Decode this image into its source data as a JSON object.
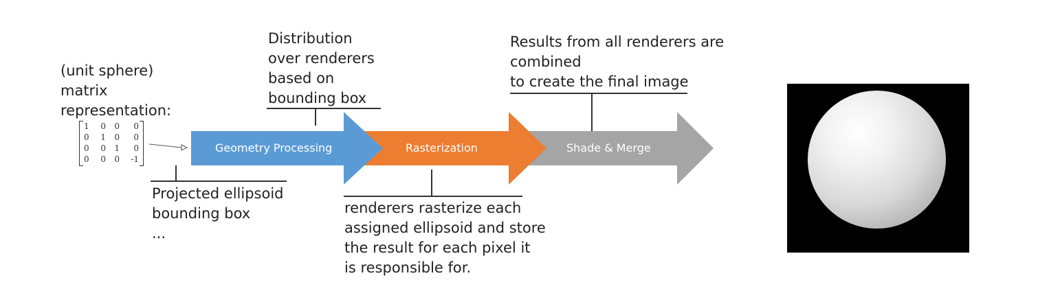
{
  "stages": [
    {
      "label": "Geometry Processing",
      "color": "#5b9bd5"
    },
    {
      "label": "Rasterization",
      "color": "#ed7d31"
    },
    {
      "label": "Shade & Merge",
      "color": "#a5a5a5"
    }
  ],
  "input_label": [
    "(unit sphere)",
    "matrix",
    "representation:"
  ],
  "matrix": [
    [
      "1",
      "0",
      "0",
      "0"
    ],
    [
      "0",
      "1",
      "0",
      "0"
    ],
    [
      "0",
      "0",
      "1",
      "0"
    ],
    [
      "0",
      "0",
      "0",
      "-1"
    ]
  ],
  "geometry_note": [
    "Projected ellipsoid",
    "bounding box",
    "..."
  ],
  "distribution_note": [
    "Distribution",
    "over renderers",
    "based on",
    "bounding box"
  ],
  "raster_note": [
    "renderers rasterize each",
    "assigned ellipsoid and store",
    "the result for each pixel it",
    "is responsible for."
  ],
  "merge_note": [
    "Results from all renderers are",
    "combined",
    "to create the final image"
  ]
}
